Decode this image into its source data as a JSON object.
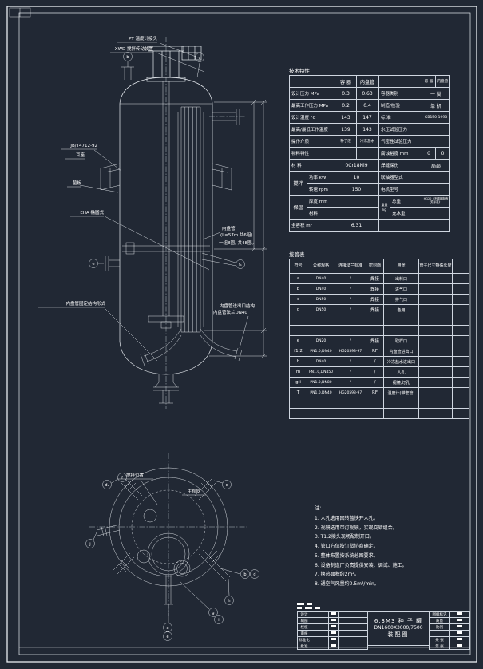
{
  "colors": {
    "background": "#212834",
    "line": "#ffffff"
  },
  "front_view": {
    "labels": {
      "pt": "PT 温度计接头",
      "drive": "XWD 搅拌传动装置",
      "lug_std": "JB/T4712-92",
      "lug": "耳座",
      "pad": "垫板",
      "head": "EHA 椭圆式",
      "coil_support": "内盘管固定结构形式",
      "coil_n1": "内盘管",
      "coil_n2": "(L=57m 共6组)",
      "coil_n3": "一组8圈, 共48圈。",
      "out1": "内盘管进出口结构",
      "out2": "内盘管法兰DN40"
    },
    "callouts": {
      "b": "b",
      "c": "c",
      "e": "e",
      "f1": "f₁"
    }
  },
  "plan_view": {
    "labels": {
      "agitator_pos": "搅拌位置",
      "main_view": "主视向"
    },
    "callouts": {
      "c1": "d₁",
      "c2": "f",
      "c3": "c",
      "c4": "b",
      "c5": "d",
      "c6": "h",
      "c7": "g",
      "c8": "i",
      "c9": "a",
      "c10": "e",
      "c11": "j"
    }
  },
  "tech_table": {
    "title": "技术特性",
    "head": {
      "shell": "容 器",
      "coil": "内盘管"
    },
    "rows_left": {
      "r1": {
        "l": "设计压力 MPa",
        "a": "0.3",
        "b": "0.63"
      },
      "r2": {
        "l": "最高工作压力 MPa",
        "a": "0.2",
        "b": "0.4"
      },
      "r3": {
        "l": "设计温度 °C",
        "a": "143",
        "b": "147"
      },
      "r4": {
        "l": "最高/最低工作温度",
        "a": "139",
        "b": "143"
      },
      "r5": {
        "l": "操作介质",
        "a": "种子液",
        "b": "冷冻盐水"
      },
      "r6": {
        "l": "物料特性",
        "a": "",
        "b": ""
      },
      "r7": {
        "l": "材 料",
        "v": "0Cr18Ni9"
      },
      "g1": {
        "l": "搅拌",
        "r1l": "功率 kW",
        "r1v": "10",
        "r2l": "转速 rpm",
        "r2v": "150"
      },
      "g2": {
        "l": "保温",
        "r1l": "厚度 mm",
        "r1v": "",
        "r2l": "材料",
        "r2v": ""
      },
      "r12": {
        "l": "全容积 m³",
        "v": "6.31"
      }
    },
    "rows_right": {
      "r1": {
        "l": "容器类别",
        "v": "一 类"
      },
      "r2": {
        "l": "制造/检验",
        "v": "单 机"
      },
      "r3": {
        "l": "标 准",
        "v": "GB150-1998"
      },
      "r4": {
        "l": "水压试验压力",
        "v": ""
      },
      "r5": {
        "l": "气密性试验压力",
        "v": ""
      },
      "r6": {
        "l": "腐蚀裕度 mm",
        "a": "0",
        "b": "0"
      },
      "r7": {
        "l": "焊缝探伤",
        "v": "局部"
      },
      "r8": {
        "l": "联轴器型式",
        "v": ""
      },
      "r9": {
        "l": "电机型号",
        "v": ""
      },
      "g1": {
        "l": "重量 kg",
        "r1l": "总重",
        "r1v": "HG20《不锈钢制有关标准》",
        "r2l": "充水重",
        "r2v": ""
      }
    }
  },
  "nozzle_table": {
    "title": "接管表",
    "headers": [
      "符号",
      "公称规格",
      "连接法兰标准",
      "密封面",
      "用途",
      "管子尺寸特殊长度",
      ""
    ],
    "rows": [
      {
        "sym": "a",
        "dn": "DN40",
        "std": "/",
        "face": "焊接",
        "use": "出料口",
        "len": "",
        "x": ""
      },
      {
        "sym": "b",
        "dn": "DN40",
        "std": "/",
        "face": "焊接",
        "use": "进气口",
        "len": "",
        "x": ""
      },
      {
        "sym": "c",
        "dn": "DN50",
        "std": "/",
        "face": "焊接",
        "use": "排气口",
        "len": "",
        "x": ""
      },
      {
        "sym": "d",
        "dn": "DN50",
        "std": "/",
        "face": "焊接",
        "use": "备用",
        "len": "",
        "x": ""
      },
      {
        "sym": "",
        "dn": "",
        "std": "",
        "face": "",
        "use": "",
        "len": "",
        "x": ""
      },
      {
        "sym": "",
        "dn": "",
        "std": "",
        "face": "",
        "use": "",
        "len": "",
        "x": ""
      },
      {
        "sym": "e",
        "dn": "DN20",
        "std": "/",
        "face": "焊接",
        "use": "取样口",
        "len": "",
        "x": ""
      },
      {
        "sym": "f1,2",
        "dn": "PN1.0,DN40",
        "std": "HG20593-97",
        "face": "RF",
        "use": "内盘管进出口",
        "len": "",
        "x": ""
      },
      {
        "sym": "h",
        "dn": "DN40",
        "std": "/",
        "face": "/",
        "use": "冷冻盐水进出口",
        "len": "",
        "x": ""
      },
      {
        "sym": "m",
        "dn": "PN1.0,DN450",
        "std": "/",
        "face": "/",
        "use": "人孔",
        "len": "",
        "x": ""
      },
      {
        "sym": "g,i",
        "dn": "PN1.0,DN80",
        "std": "/",
        "face": "/",
        "use": "视镜,灯孔",
        "len": "",
        "x": ""
      },
      {
        "sym": "T",
        "dn": "PN1.0,DN40",
        "std": "HG20593-97",
        "face": "RF",
        "use": "温度计(带套管)",
        "len": "",
        "x": ""
      },
      {
        "sym": "",
        "dn": "",
        "std": "",
        "face": "",
        "use": "",
        "len": "",
        "x": ""
      },
      {
        "sym": "",
        "dn": "",
        "std": "",
        "face": "",
        "use": "",
        "len": "",
        "x": ""
      }
    ]
  },
  "notes": {
    "title": "注:",
    "items": [
      "1. 人孔选用回转盖快开人孔。",
      "2. 视镜选用带灯视镜，实现交错组合。",
      "3. T1,2接头现场配制开口。",
      "4. 管口方位按订货协商确定。",
      "5. 整体布置按系统总图要求。",
      "6. 设备制造厂负责提供安装、调试、施工。",
      "7. 换热面积约2m²。",
      "8. 通空气风量约0.5m³/min。"
    ]
  },
  "title_block": {
    "title_line1": "6.3M3 种 子 罐",
    "title_line2": "DN1600X3000/7500",
    "title_line3": "装配图",
    "left_labels": [
      "设计",
      "制图",
      "校核",
      "审核",
      "标准化",
      "批准"
    ],
    "right_labels": [
      "图样标记",
      "质量",
      "比例",
      "",
      "共 张",
      "第 张"
    ]
  }
}
